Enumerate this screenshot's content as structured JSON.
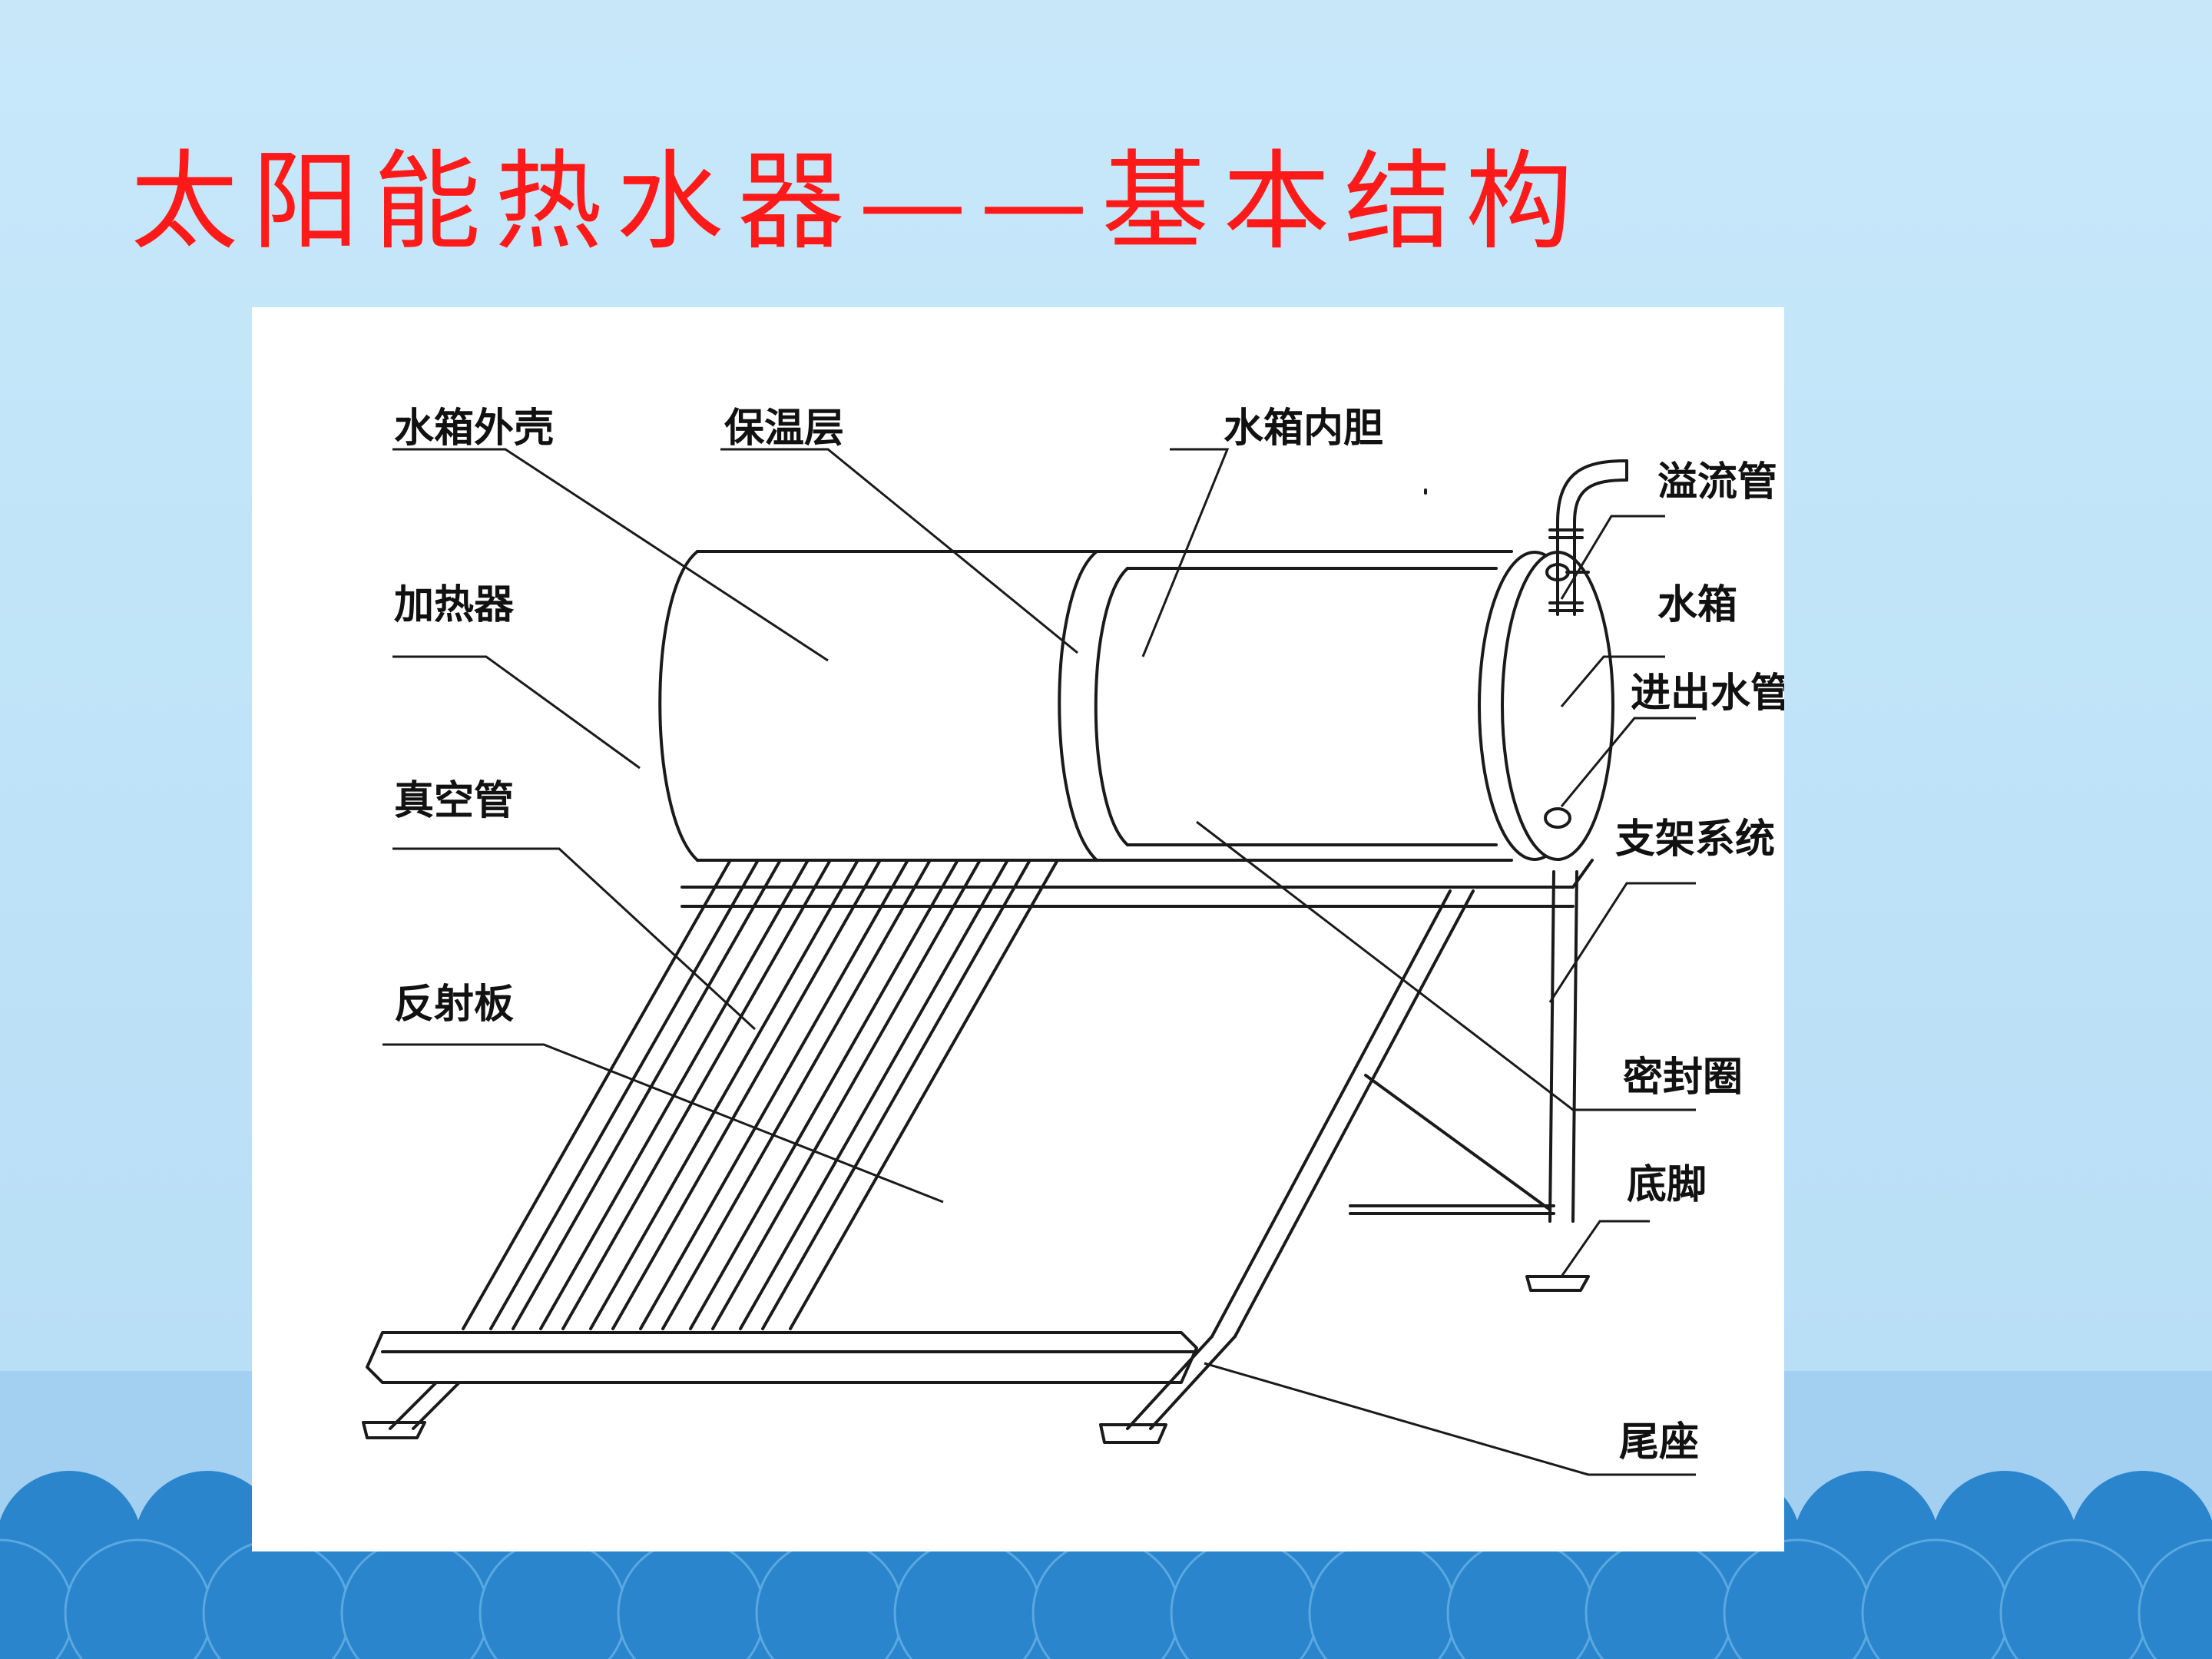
{
  "slide": {
    "title": "太阳能热水器——基本结构",
    "title_color": "#ff1a1a",
    "background_color": "#c8e8fa",
    "wave_color": "#2a85cc"
  },
  "diagram": {
    "labels": {
      "tank_shell": "水箱外壳",
      "insulation": "保温层",
      "inner_tank": "水箱内胆",
      "overflow_pipe": "溢流管",
      "heater": "加热器",
      "water_tank": "水箱",
      "inlet_outlet_pipe": "进出水管",
      "vacuum_tube": "真空管",
      "support_system": "支架系统",
      "reflector": "反射板",
      "seal_ring": "密封圈",
      "base_foot": "底脚",
      "tail_seat": "尾座"
    }
  }
}
